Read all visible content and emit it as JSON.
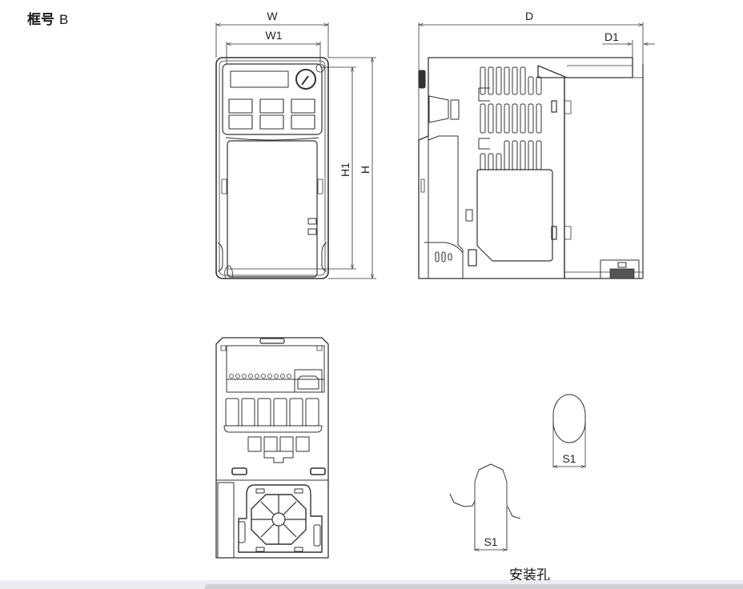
{
  "header": {
    "frame_label": "框号",
    "frame_code": "B"
  },
  "front_view": {
    "dimensions": {
      "width": "W",
      "width_inner": "W1",
      "height": "H",
      "height_inner": "H1"
    }
  },
  "side_view": {
    "dimensions": {
      "depth": "D",
      "depth_offset": "D1"
    }
  },
  "mounting_holes": {
    "dimension_round": "S1",
    "dimension_slot": "S1",
    "caption": "安装孔"
  },
  "colors": {
    "line": "#333333",
    "background": "#ffffff",
    "bottom_bar": "#ecebef"
  }
}
